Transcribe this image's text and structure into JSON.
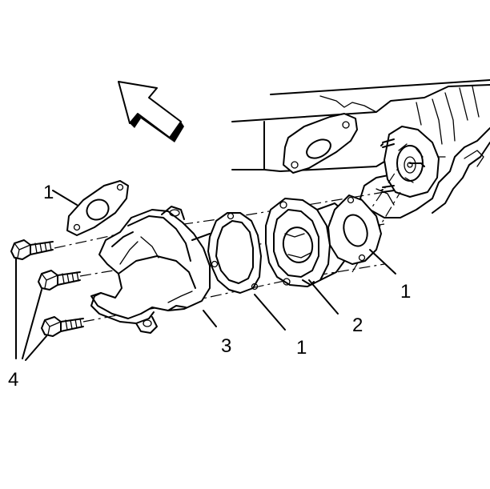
{
  "callouts": {
    "gasket_top_left": "1",
    "gasket_right": "1",
    "gasket_center": "1",
    "egr_valve": "2",
    "egr_pipe": "3",
    "bolts": "4"
  },
  "colors": {
    "line": "#000000",
    "background": "#ffffff"
  },
  "icons": {
    "direction_arrow": "front-direction-arrow-icon"
  }
}
